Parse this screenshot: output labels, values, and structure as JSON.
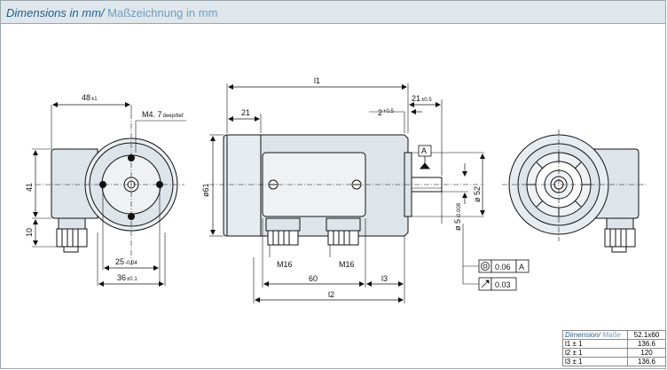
{
  "header": {
    "title_en": "Dimensions in mm/",
    "title_de": " Maßzeichnung in mm"
  },
  "front_view": {
    "dim_width": "48",
    "dim_width_tol": "±1",
    "thread": "M4. 7",
    "thread_note": "deep/tief",
    "dim_height": "41",
    "dim_offset": "10",
    "dim_bolt": "25",
    "dim_bolt_tol": "-0.04",
    "dim_flange": "36",
    "dim_flange_tol": "±0.1"
  },
  "side_view": {
    "l1": "l1",
    "dim_21_top": "21",
    "dim_21_right": "21",
    "dim_21_right_tol": "±0.5",
    "dim_2": "2",
    "dim_2_tol": "+0.5",
    "datum": "A",
    "dia_61": "ø61",
    "dia_52": "ø 52",
    "dia_5": "ø 5",
    "dia_5_tol": "-0.008",
    "conn1": "M16",
    "conn2": "M16",
    "dim_60": "60",
    "l3": "l3",
    "l2": "l2"
  },
  "tolerances": {
    "concentricity": "0.06",
    "concentricity_datum": "A",
    "runout": "0.03"
  },
  "table": {
    "header_en": "Dimension/",
    "header_de": " Maße",
    "header_val": "52.1x60",
    "rows": [
      {
        "label": "l1 ± 1",
        "value": "136.6"
      },
      {
        "label": "l2 ± 1",
        "value": "120"
      },
      {
        "label": "l3 ± 1",
        "value": "136.6"
      }
    ]
  }
}
